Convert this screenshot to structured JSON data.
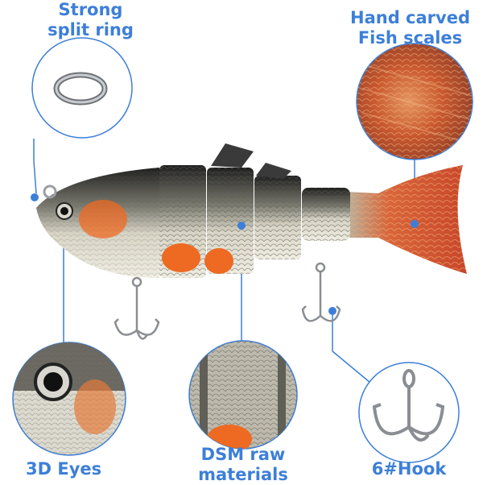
{
  "callouts": {
    "split_ring": {
      "line1": "Strong",
      "line2": "split ring"
    },
    "fish_scales": {
      "line1": "Hand carved",
      "line2": "Fish scales"
    },
    "eyes": {
      "text": "3D Eyes"
    },
    "dsm": {
      "line1": "DSM raw",
      "line2": "materials"
    },
    "hook": {
      "text": "6#Hook"
    }
  },
  "colors": {
    "accent": "#3d7fd8",
    "callout_stroke": "#3d7fd8",
    "fish_back": "#2a2a2a",
    "fish_belly": "#d9d6c8",
    "fish_tail": "#d0552d",
    "fish_orange_spot": "#ee6a22",
    "hook_metal": "#8a8d92"
  },
  "icons": [
    "split-ring",
    "fish-scales-closeup",
    "fish-eye-closeup",
    "dsm-material-closeup",
    "treble-hook"
  ]
}
